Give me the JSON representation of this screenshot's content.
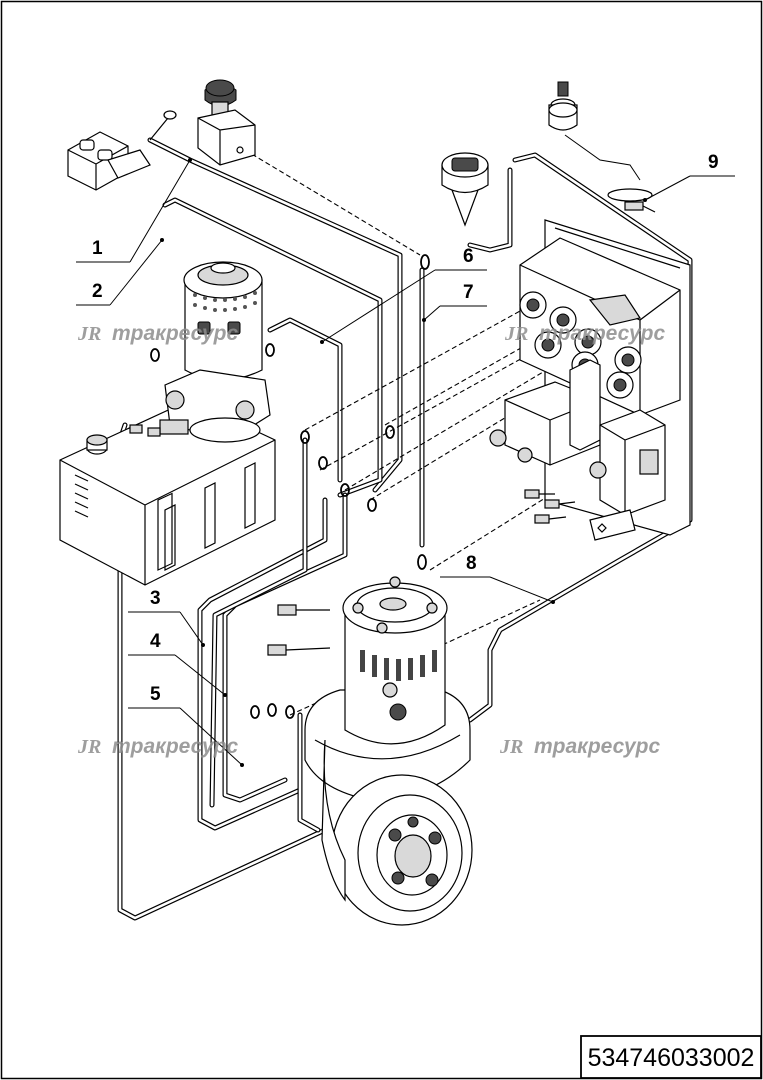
{
  "diagram": {
    "callouts": [
      {
        "id": "c1",
        "label": "1"
      },
      {
        "id": "c2",
        "label": "2"
      },
      {
        "id": "c3",
        "label": "3"
      },
      {
        "id": "c4",
        "label": "4"
      },
      {
        "id": "c5",
        "label": "5"
      },
      {
        "id": "c6",
        "label": "6"
      },
      {
        "id": "c7",
        "label": "7"
      },
      {
        "id": "c8",
        "label": "8"
      },
      {
        "id": "c9",
        "label": "9"
      }
    ],
    "watermark_logo": "JR",
    "watermark_text": "тракресурс",
    "part_number": "534746033002"
  }
}
